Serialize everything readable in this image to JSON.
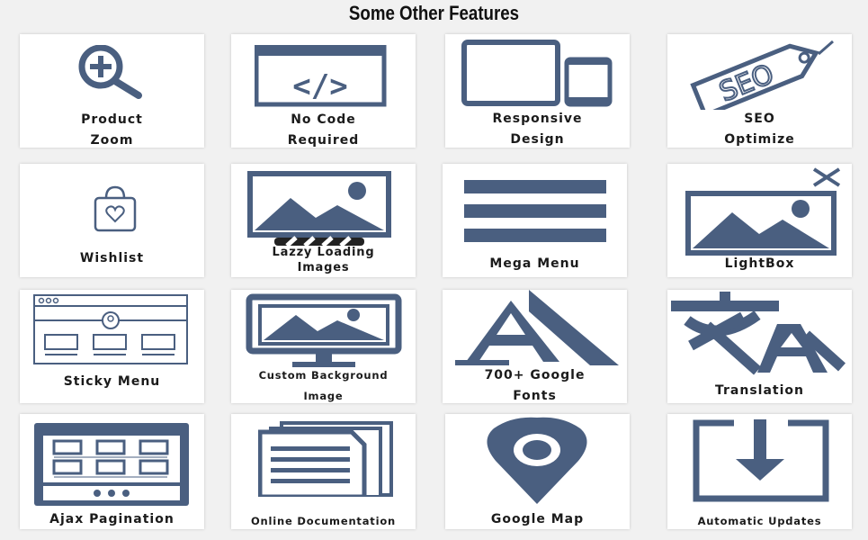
{
  "page": {
    "title": "Some Other Features"
  },
  "colors": {
    "icon": "#4a5f80",
    "card": "#ffffff",
    "background": "#f1f1f1",
    "text": "#1b1b1b"
  },
  "features": [
    {
      "icon": "zoom-magnifier-icon",
      "lines": [
        "Product",
        "Zoom"
      ]
    },
    {
      "icon": "code-window-icon",
      "lines": [
        "No Code",
        "Required"
      ]
    },
    {
      "icon": "tablet-phone-icon",
      "lines": [
        "Responsive",
        "Design"
      ]
    },
    {
      "icon": "seo-tag-icon",
      "lines": [
        "SEO",
        "Optimize"
      ]
    },
    {
      "icon": "shopping-bag-heart-icon",
      "lines": [
        "Wishlist"
      ]
    },
    {
      "icon": "image-loading-icon",
      "lines": [
        "Lazzy Loading",
        "Images"
      ]
    },
    {
      "icon": "menu-bars-icon",
      "lines": [
        "Mega Menu"
      ]
    },
    {
      "icon": "lightbox-image-icon",
      "lines": [
        "LightBox"
      ]
    },
    {
      "icon": "sticky-browser-icon",
      "lines": [
        "Sticky Menu"
      ]
    },
    {
      "icon": "monitor-image-icon",
      "lines": [
        "Custom Background",
        "Image"
      ]
    },
    {
      "icon": "font-letter-icon",
      "lines": [
        "700+ Google",
        "Fonts"
      ]
    },
    {
      "icon": "translation-icon",
      "lines": [
        "Translation"
      ]
    },
    {
      "icon": "tablet-grid-icon",
      "lines": [
        "Ajax Pagination"
      ]
    },
    {
      "icon": "documents-stack-icon",
      "lines": [
        "Online Documentation"
      ]
    },
    {
      "icon": "map-pin-icon",
      "lines": [
        "Google Map"
      ]
    },
    {
      "icon": "download-box-icon",
      "lines": [
        "Automatic Updates"
      ]
    }
  ]
}
